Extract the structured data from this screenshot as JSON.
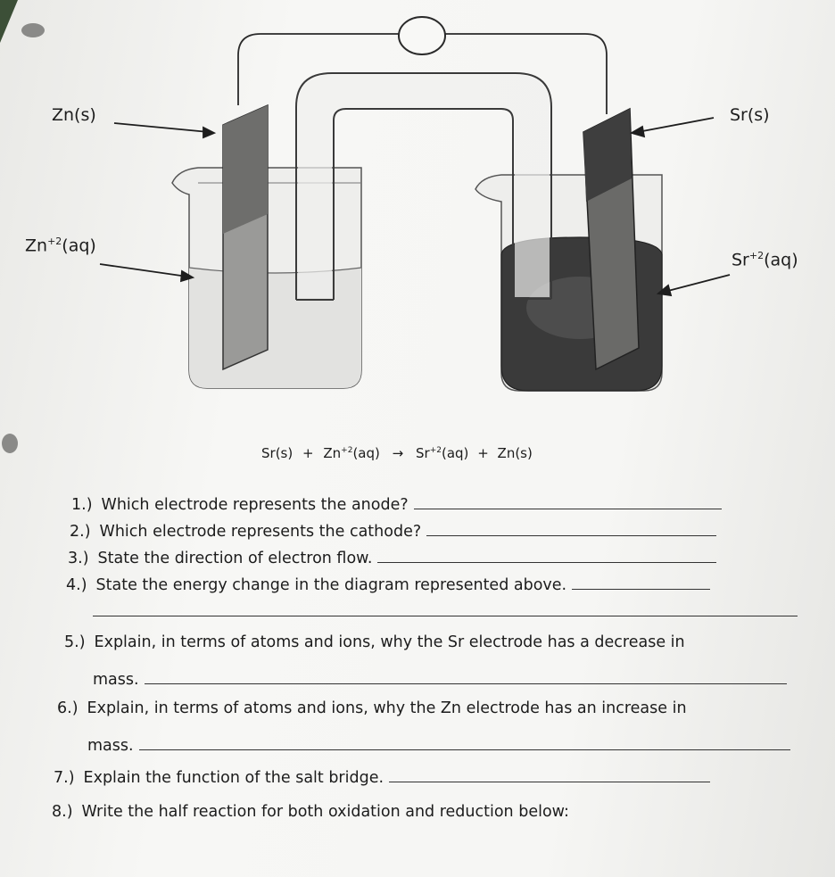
{
  "diagram": {
    "labels": {
      "zn_solid": "Zn(s)",
      "zn_ion_base": "Zn",
      "zn_ion_charge": "+2",
      "zn_ion_state": "(aq)",
      "sr_solid": "Sr(s)",
      "sr_ion_base": "Sr",
      "sr_ion_charge": "+2",
      "sr_ion_state": "(aq)"
    },
    "colors": {
      "solution_dark": "#3a3a3a",
      "electrode_dark": "#4a4a4a",
      "glass": "#e6e6e6",
      "line": "#2a2a2a"
    }
  },
  "equation": {
    "reactant1": "Sr(s)",
    "plus1": "+",
    "reactant2_base": "Zn",
    "reactant2_charge": "+2",
    "reactant2_state": "(aq)",
    "arrow": "→",
    "product1_base": "Sr",
    "product1_charge": "+2",
    "product1_state": "(aq)",
    "plus2": "+",
    "product2": "Zn(s)"
  },
  "questions": [
    {
      "num": "1.)",
      "text": "Which electrode represents the anode?"
    },
    {
      "num": "2.)",
      "text": "Which electrode represents the cathode?"
    },
    {
      "num": "3.)",
      "text": "State the direction of electron flow."
    },
    {
      "num": "4.)",
      "text": "State the energy change in the diagram represented above."
    },
    {
      "num": "5.)",
      "text": "Explain, in terms of atoms and ions, why the Sr electrode has a decrease in",
      "continuation": "mass."
    },
    {
      "num": "6.)",
      "text": "Explain, in terms of atoms and ions, why the Zn electrode has an increase in",
      "continuation": "mass."
    },
    {
      "num": "7.)",
      "text": "Explain the function of the salt bridge."
    },
    {
      "num": "8.)",
      "text": "Write the half reaction for both oxidation and reduction below:"
    }
  ]
}
